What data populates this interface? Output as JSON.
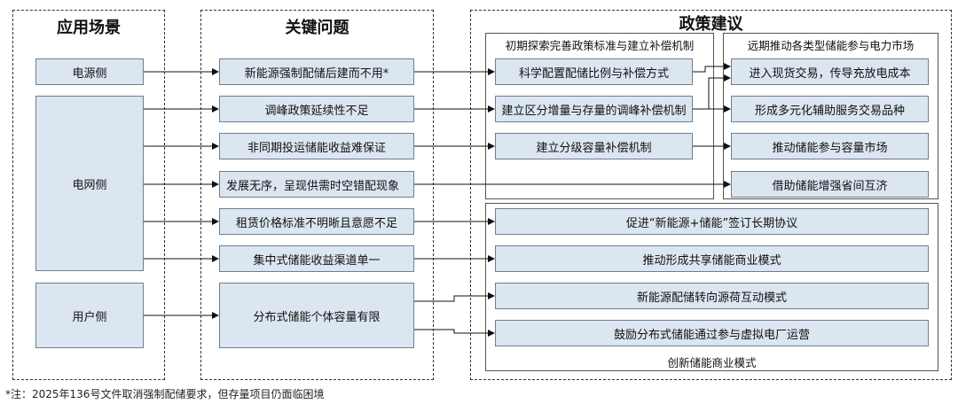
{
  "columns": {
    "scenarios": {
      "title": "应用场景"
    },
    "issues": {
      "title": "关键问题"
    },
    "policies": {
      "title": "政策建议"
    }
  },
  "groups": {
    "early": {
      "title": "初期探索完善政策标准与建立补偿机制"
    },
    "long_term": {
      "title": "远期推动各类型储能参与电力市场"
    },
    "business": {
      "title": "创新储能商业模式"
    }
  },
  "scenarios": [
    {
      "id": "supply",
      "label": "电源侧"
    },
    {
      "id": "grid",
      "label": "电网侧"
    },
    {
      "id": "user",
      "label": "用户侧"
    }
  ],
  "issues": [
    {
      "id": "i1",
      "label": "新能源强制配储后建而不用*"
    },
    {
      "id": "i2",
      "label": "调峰政策延续性不足"
    },
    {
      "id": "i3",
      "label": "非同期投运储能收益难保证"
    },
    {
      "id": "i4",
      "label": "发展无序，呈现供需时空错配现象"
    },
    {
      "id": "i5",
      "label": "租赁价格标准不明晰且意愿不足"
    },
    {
      "id": "i6",
      "label": "集中式储能收益渠道单一"
    },
    {
      "id": "i7",
      "label": "分布式储能个体容量有限"
    }
  ],
  "early_policies": [
    {
      "id": "e1",
      "label": "科学配置配储比例与补偿方式"
    },
    {
      "id": "e2",
      "label": "建立区分增量与存量的调峰补偿机制"
    },
    {
      "id": "e3",
      "label": "建立分级容量补偿机制"
    }
  ],
  "long_term_policies": [
    {
      "id": "l1",
      "label": "进入现货交易，传导充放电成本"
    },
    {
      "id": "l2",
      "label": "形成多元化辅助服务交易品种"
    },
    {
      "id": "l3",
      "label": "推动储能参与容量市场"
    },
    {
      "id": "l4",
      "label": "借助储能增强省间互济"
    }
  ],
  "business_policies": [
    {
      "id": "b1",
      "label": "促进“新能源+储能”签订长期协议"
    },
    {
      "id": "b2",
      "label": "推动形成共享储能商业模式"
    },
    {
      "id": "b3",
      "label": "新能源配储转向源荷互动模式"
    },
    {
      "id": "b4",
      "label": "鼓励分布式储能通过参与虚拟电厂运营"
    }
  ],
  "footnote": "*注：2025年136号文件取消强制配储要求，但存量项目仍面临困境"
}
